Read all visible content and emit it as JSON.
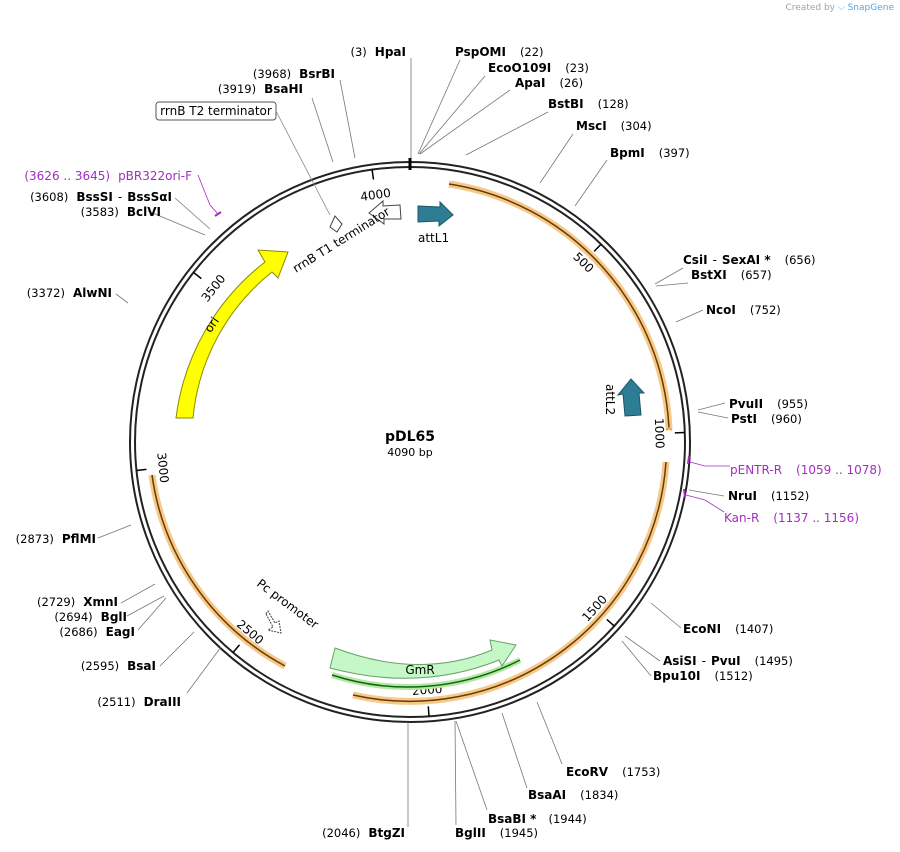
{
  "app": {
    "credit_prefix": "Created by",
    "credit_brand": "SnapGene"
  },
  "plasmid": {
    "name": "pDL65",
    "length_label": "4090 bp",
    "length": 4090
  },
  "ticks": [
    {
      "label": "500",
      "pos": 500
    },
    {
      "label": "1000",
      "pos": 1000
    },
    {
      "label": "1500",
      "pos": 1500
    },
    {
      "label": "2000",
      "pos": 2000
    },
    {
      "label": "2500",
      "pos": 2500
    },
    {
      "label": "3000",
      "pos": 3000
    },
    {
      "label": "3500",
      "pos": 3500
    },
    {
      "label": "4000",
      "pos": 4000
    }
  ],
  "features": [
    {
      "name": "attL1",
      "type": "teal-arrow"
    },
    {
      "name": "attL2",
      "type": "teal-arrow"
    },
    {
      "name": "ori",
      "type": "yellow-arc"
    },
    {
      "name": "GmR",
      "type": "green-arrow"
    },
    {
      "name": "rrnB T1 terminator",
      "type": "terminator"
    },
    {
      "name": "rrnB T2 terminator",
      "type": "terminator"
    },
    {
      "name": "Pc promoter",
      "type": "promoter"
    }
  ],
  "sites": [
    {
      "pos": "(3)",
      "name": "HpaI"
    },
    {
      "pos": "(3968)",
      "name": "BsrBI"
    },
    {
      "pos": "(3919)",
      "name": "BsaHI"
    },
    {
      "pos": "(22)",
      "name": "PspOMI"
    },
    {
      "pos": "(23)",
      "name": "EcoO109I"
    },
    {
      "pos": "(26)",
      "name": "ApaI"
    },
    {
      "pos": "(128)",
      "name": "BstBI"
    },
    {
      "pos": "(304)",
      "name": "MscI"
    },
    {
      "pos": "(397)",
      "name": "BpmI"
    },
    {
      "pos": "(656)",
      "name": "CsiI",
      "name2": "SexAI *"
    },
    {
      "pos": "(657)",
      "name": "BstXI"
    },
    {
      "pos": "(752)",
      "name": "NcoI"
    },
    {
      "pos": "(955)",
      "name": "PvuII"
    },
    {
      "pos": "(960)",
      "name": "PstI"
    },
    {
      "pos": "(1152)",
      "name": "NruI"
    },
    {
      "pos": "(1407)",
      "name": "EcoNI"
    },
    {
      "pos": "(1495)",
      "name": "AsiSI",
      "name2": "PvuI"
    },
    {
      "pos": "(1512)",
      "name": "Bpu10I"
    },
    {
      "pos": "(1753)",
      "name": "EcoRV"
    },
    {
      "pos": "(1834)",
      "name": "BsaAI"
    },
    {
      "pos": "(1944)",
      "name": "BsaBI *"
    },
    {
      "pos": "(1945)",
      "name": "BglII"
    },
    {
      "pos": "(2046)",
      "name": "BtgZI"
    },
    {
      "pos": "(2511)",
      "name": "DraIII"
    },
    {
      "pos": "(2595)",
      "name": "BsaI"
    },
    {
      "pos": "(2686)",
      "name": "EagI"
    },
    {
      "pos": "(2694)",
      "name": "BglI"
    },
    {
      "pos": "(2729)",
      "name": "XmnI"
    },
    {
      "pos": "(2873)",
      "name": "PflMI"
    },
    {
      "pos": "(3372)",
      "name": "AlwNI"
    },
    {
      "pos": "(3583)",
      "name": "BclVI"
    },
    {
      "pos": "(3608)",
      "name": "BssSI",
      "name2": "BssSαI"
    }
  ],
  "primers": [
    {
      "name": "pBR322ori-F",
      "range": "(3626 .. 3645)"
    },
    {
      "name": "pENTR-R",
      "range": "(1059 .. 1078)"
    },
    {
      "name": "Kan-R",
      "range": "(1137 .. 1156)"
    }
  ],
  "colors": {
    "backbone": "#222222",
    "attl": "#2e7d95",
    "ori": "#ffff00",
    "gmr": "#c6f7c6",
    "orange_track": "#f5b66a",
    "primer": "#a12fc0"
  }
}
